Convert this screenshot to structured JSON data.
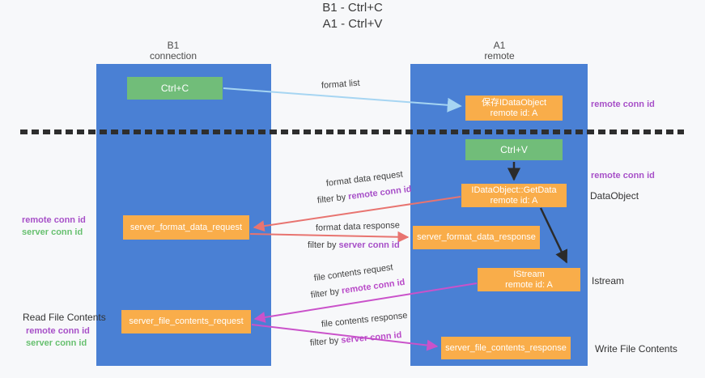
{
  "title": {
    "line1": "B1 - Ctrl+C",
    "line2": "A1 - Ctrl+V"
  },
  "columns": {
    "left": {
      "name": "B1",
      "subtitle": "connection"
    },
    "right": {
      "name": "A1",
      "subtitle": "remote"
    }
  },
  "nodes": {
    "ctrl_c": {
      "label": "Ctrl+C"
    },
    "save_idataobject": {
      "title": "保存IDataObject",
      "subtitle": "remote id: A"
    },
    "ctrl_v": {
      "label": "Ctrl+V"
    },
    "getdata": {
      "title": "IDataObject::GetData",
      "subtitle": "remote id: A"
    },
    "server_format_data_request": {
      "label": "server_format_data_request"
    },
    "server_format_data_response": {
      "label": "server_format_data_response"
    },
    "istream": {
      "title": "IStream",
      "subtitle": "remote id: A"
    },
    "server_file_contents_request": {
      "label": "server_file_contents_request"
    },
    "server_file_contents_response": {
      "label": "server_file_contents_response"
    }
  },
  "flow_labels": {
    "format_list": "format list",
    "format_data_request": "format data request",
    "format_data_response": "format data response",
    "file_contents_request": "file contents request",
    "file_contents_response": "file contents response",
    "filter_by": "filter by ",
    "remote_conn_id": "remote conn id",
    "server_conn_id": "server conn id"
  },
  "side_labels": {
    "right_remote_conn_id_top": "remote conn id",
    "right_remote_conn_id_mid": "remote conn id",
    "data_object": "DataObject",
    "istream": "Istream",
    "write_file_contents": "Write File Contents",
    "left_remote_conn_id_top": "remote conn id",
    "left_server_conn_id_top": "server conn id",
    "read_file_contents": "Read File Contents",
    "left_remote_conn_id_bottom": "remote conn id",
    "left_server_conn_id_bottom": "server conn id"
  },
  "colors": {
    "column_blue": "#4a80d4",
    "node_orange": "#f9ad4a",
    "node_green": "#71bd79",
    "conn_id_purple": "#a750c8",
    "conn_id_green": "#67c06f",
    "arrow_red": "#e87470",
    "arrow_magenta": "#ca52ca",
    "arrow_lightblue": "#a6d5f2",
    "arrow_black": "#2b2b2b"
  }
}
